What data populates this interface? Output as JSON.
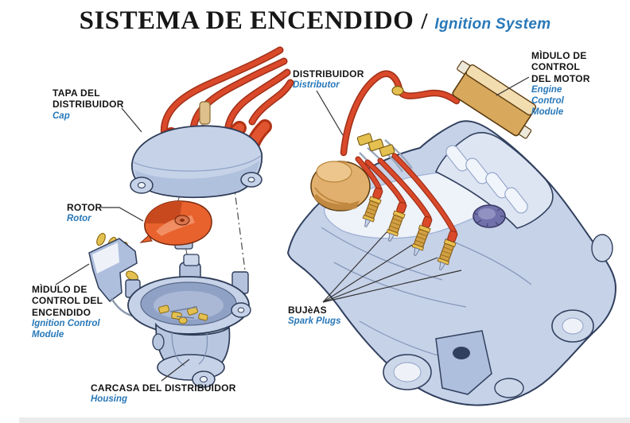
{
  "title": {
    "es": "SISTEMA DE ENCENDIDO",
    "sep": "/",
    "en": "Ignition System"
  },
  "labels": {
    "cap": {
      "es": "TAPA DEL\nDISTRIBUIDOR",
      "en": "Cap"
    },
    "rotor": {
      "es": "ROTOR",
      "en": "Rotor"
    },
    "icm": {
      "es": "MÌDULO DE\nCONTROL DEL\nENCENDIDO",
      "en": "Ignition Control\nModule"
    },
    "housing": {
      "es": "CARCASA DEL DISTRIBUIDOR",
      "en": "Housing"
    },
    "distributor": {
      "es": "DISTRIBUIDOR",
      "en": "Distributor"
    },
    "ecm": {
      "es": "MÌDULO DE\nCONTROL\nDEL MOTOR",
      "en": "Engine\nControl\nModule"
    },
    "spark_plugs": {
      "es": "BUJèAS",
      "en": "Spark Plugs"
    }
  },
  "colors": {
    "label_accent": "#2878b8",
    "title_color": "#171717",
    "wire_red": "#d9492a",
    "wire_red_dark": "#a03018",
    "engine_blue_light": "#c6d2e8",
    "engine_blue_mid": "#9fb2d4",
    "outline_navy": "#31405e",
    "module_tan": "#e2b06e",
    "connector_gold": "#e3c050",
    "oil_cap_purple": "#7070aa"
  }
}
